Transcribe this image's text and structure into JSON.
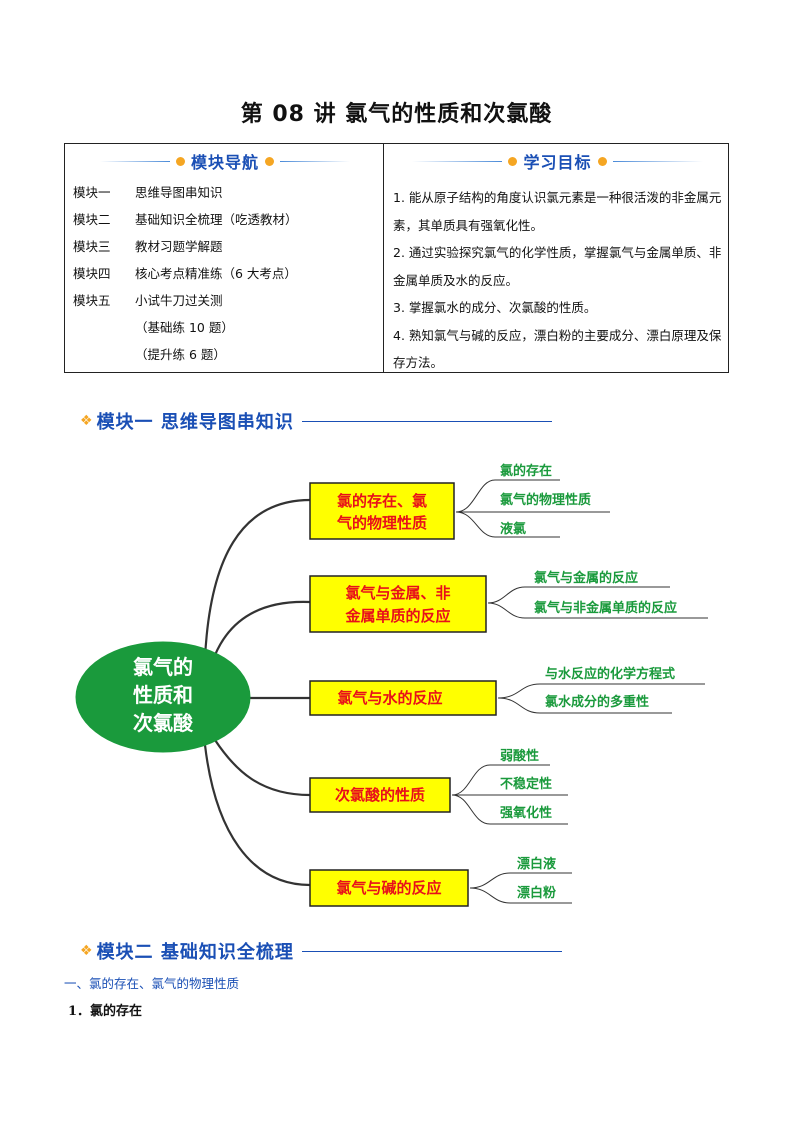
{
  "title": "第 08 讲  氯气的性质和次氯酸",
  "nav": {
    "heading": "模块导航",
    "rows": [
      {
        "key": "模块一",
        "value": "思维导图串知识"
      },
      {
        "key": "模块二",
        "value": "基础知识全梳理（吃透教材）"
      },
      {
        "key": "模块三",
        "value": "教材习题学解题"
      },
      {
        "key": "模块四",
        "value": "核心考点精准练（6 大考点）"
      },
      {
        "key": "模块五",
        "value": "小试牛刀过关测"
      },
      {
        "key": "",
        "value": "（基础练 10 题）"
      },
      {
        "key": "",
        "value": "（提升练 6 题）"
      }
    ]
  },
  "goals": {
    "heading": "学习目标",
    "items": [
      "1. 能从原子结构的角度认识氯元素是一种很活泼的非金属元素，其单质具有强氧化性。",
      "2. 通过实验探究氯气的化学性质，掌握氯气与金属单质、非金属单质及水的反应。",
      "3. 掌握氯水的成分、次氯酸的性质。",
      "4. 熟知氯气与碱的反应，漂白粉的主要成分、漂白原理及保存方法。"
    ]
  },
  "section1": {
    "heading": "模块一 思维导图串知识"
  },
  "mindmap": {
    "center": [
      "氯气的",
      "性质和",
      "次氯酸"
    ],
    "branches": [
      {
        "label": [
          "氯的存在、氯",
          "气的物理性质"
        ],
        "leaves": [
          "氯的存在",
          "氯气的物理性质",
          "液氯"
        ]
      },
      {
        "label": [
          "氯气与金属、非",
          "金属单质的反应"
        ],
        "leaves": [
          "氯气与金属的反应",
          "氯气与非金属单质的反应"
        ]
      },
      {
        "label": [
          "氯气与水的反应"
        ],
        "leaves": [
          "与水反应的化学方程式",
          "氯水成分的多重性"
        ]
      },
      {
        "label": [
          "次氯酸的性质"
        ],
        "leaves": [
          "弱酸性",
          "不稳定性",
          "强氧化性"
        ]
      },
      {
        "label": [
          "氯气与碱的反应"
        ],
        "leaves": [
          "漂白液",
          "漂白粉"
        ]
      }
    ],
    "colors": {
      "center": "#1a9a3c",
      "box": "#ffff00",
      "box_text": "#e8101a",
      "leaf_text": "#1a9a3c",
      "lines": "#333333"
    }
  },
  "section2": {
    "heading": "模块二 基础知识全梳理"
  },
  "subheading": "一、氯的存在、氯气的物理性质",
  "subsub": "1．氯的存在",
  "colors": {
    "accent": "#1a4fb5",
    "dot": "#f5a623"
  }
}
